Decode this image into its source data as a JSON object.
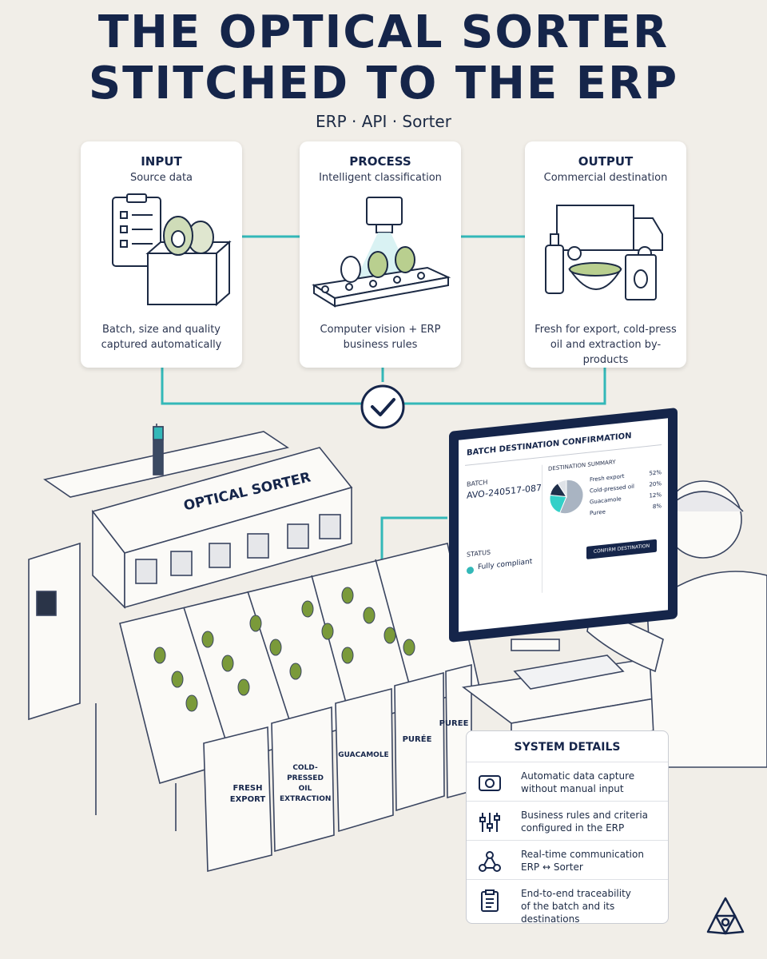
{
  "title": {
    "line1": "THE OPTICAL SORTER",
    "line2": "STITCHED TO THE ERP"
  },
  "subtitle": "ERP · API · Sorter",
  "cards": [
    {
      "heading": "INPUT",
      "subheading": "Source data",
      "description": "Batch, size and quality captured automatically"
    },
    {
      "heading": "PROCESS",
      "subheading": "Intelligent classification",
      "description": "Computer vision + ERP business rules"
    },
    {
      "heading": "OUTPUT",
      "subheading": "Commercial destination",
      "description": "Fresh for export, cold-press oil and extraction by-products"
    }
  ],
  "machine": {
    "label": "OPTICAL SORTER"
  },
  "bins": [
    {
      "label_lines": [
        "FRESH",
        "EXPORT"
      ]
    },
    {
      "label_lines": [
        "COLD-PRESSED",
        "OIL",
        "EXTRACTION"
      ]
    },
    {
      "label_lines": [
        "GUACAMOLE"
      ]
    },
    {
      "label_lines": [
        "PURÉE"
      ]
    },
    {
      "label_lines": [
        "PUREE"
      ]
    }
  ],
  "screen": {
    "title": "BATCH DESTINATION CONFIRMATION",
    "batch_label": "BATCH",
    "batch_value": "AVO-240517-087",
    "status_label": "STATUS",
    "status_value": "Fully compliant",
    "summary_title": "DESTINATION SUMMARY",
    "summary": [
      {
        "name": "Fresh export",
        "value": "52%",
        "share": 52
      },
      {
        "name": "Cold-pressed oil",
        "value": "20%",
        "share": 20
      },
      {
        "name": "Guacamole",
        "value": "12%",
        "share": 12
      },
      {
        "name": "Puree",
        "value": "8%",
        "share": 8
      }
    ],
    "button": "CONFIRM DESTINATION",
    "colors": [
      "#a9b4c2",
      "#34d0c8",
      "#1f2f4a",
      "#dfe3e8"
    ]
  },
  "system_details": {
    "heading": "SYSTEM DETAILS",
    "items": [
      {
        "icon": "camera-icon",
        "line1": "Automatic data capture",
        "line2": "without manual input"
      },
      {
        "icon": "sliders-icon",
        "line1": "Business rules and criteria",
        "line2": "configured in the ERP"
      },
      {
        "icon": "network-icon",
        "line1": "Real-time communication",
        "line2": "ERP ↔ Sorter"
      },
      {
        "icon": "clipboard-icon",
        "line1": "End-to-end traceability",
        "line2": "of the batch and its destinations"
      }
    ]
  },
  "colors": {
    "navy": "#15254a",
    "teal": "#33b8b8",
    "avocado": "#7a9a3a",
    "background": "#f1eee8"
  }
}
